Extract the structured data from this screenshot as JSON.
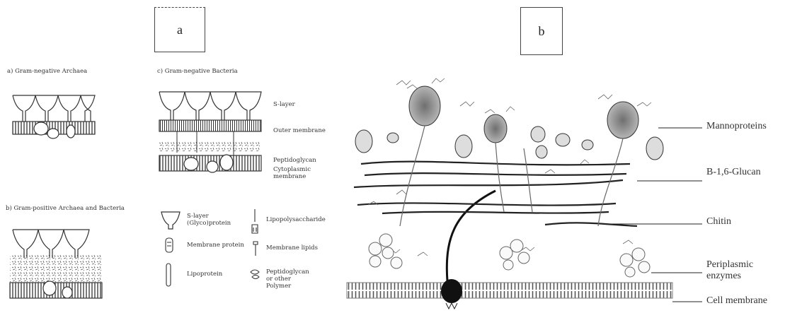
{
  "panels": {
    "a": {
      "label": "a",
      "sub_labels": {
        "gram_negative_archaea": "a) Gram-negative Archaea",
        "gram_negative_bacteria": "c) Gram-negative Bacteria",
        "gram_positive": "b) Gram-positive Archaea and Bacteria"
      },
      "layer_labels": [
        "S-layer",
        "Outer membrane",
        "Peptidoglycan",
        "Cytoplasmic membrane"
      ],
      "legend": [
        {
          "icon": "s-layer-protein-icon",
          "text": "S-layer (Glyco)protein"
        },
        {
          "icon": "membrane-protein-icon",
          "text": "Membrane protein"
        },
        {
          "icon": "lipoprotein-icon",
          "text": "Lipoprotein"
        },
        {
          "icon": "lipopolysaccharide-icon",
          "text": "Lipopolysaccharide"
        },
        {
          "icon": "membrane-lipids-icon",
          "text": "Membrane lipids"
        },
        {
          "icon": "peptidoglycan-polymer-icon",
          "text": "Peptidoglycan or other Polymer"
        }
      ]
    },
    "b": {
      "label": "b",
      "layer_labels": [
        "Mannoproteins",
        "B-1,6-Glucan",
        "Chitin",
        "Periplasmic enzymes",
        "Cell membrane"
      ]
    }
  }
}
